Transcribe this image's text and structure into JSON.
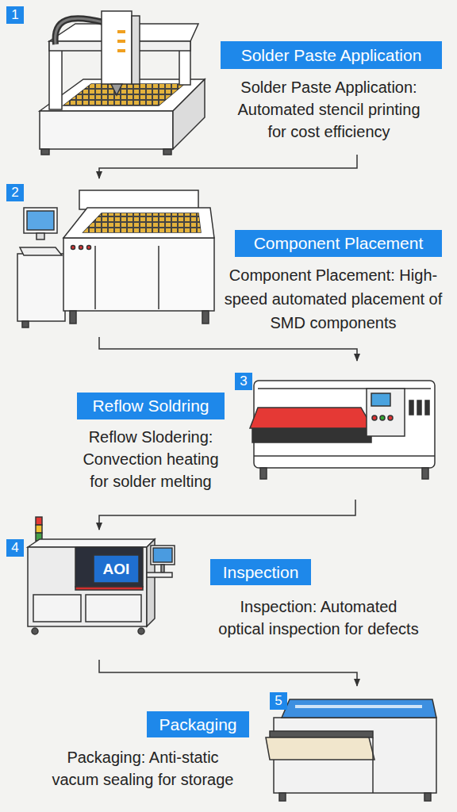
{
  "diagram": {
    "nodes": [
      {
        "text": [
          "Solder Paste Application",
          "Solder Paste Application: Automated stencil printing for cost efficiency"
        ]
      },
      {
        "text": [
          "Component Placement",
          "Component Placement: High-speed automated placement of SMD components"
        ]
      },
      {
        "text": [
          "Reflow Soldring",
          "Reflow Slodering: Convection heating for solder melting"
        ]
      },
      {
        "text": [
          "Inspection",
          "Inspection: Automated optical inspection for defects"
        ]
      },
      {
        "text": [
          "Packaging",
          "Packaging: Anti-static vacum sealing for storage"
        ]
      }
    ],
    "edges": [
      {
        "from": 0,
        "to": 1,
        "arrow": "to"
      },
      {
        "from": 1,
        "to": 2,
        "arrow": "to"
      },
      {
        "from": 2,
        "to": 3,
        "arrow": "to"
      },
      {
        "from": 3,
        "to": 4,
        "arrow": "to"
      }
    ],
    "labels": [
      "1",
      "2",
      "3",
      "4",
      "5",
      "AOI"
    ]
  }
}
